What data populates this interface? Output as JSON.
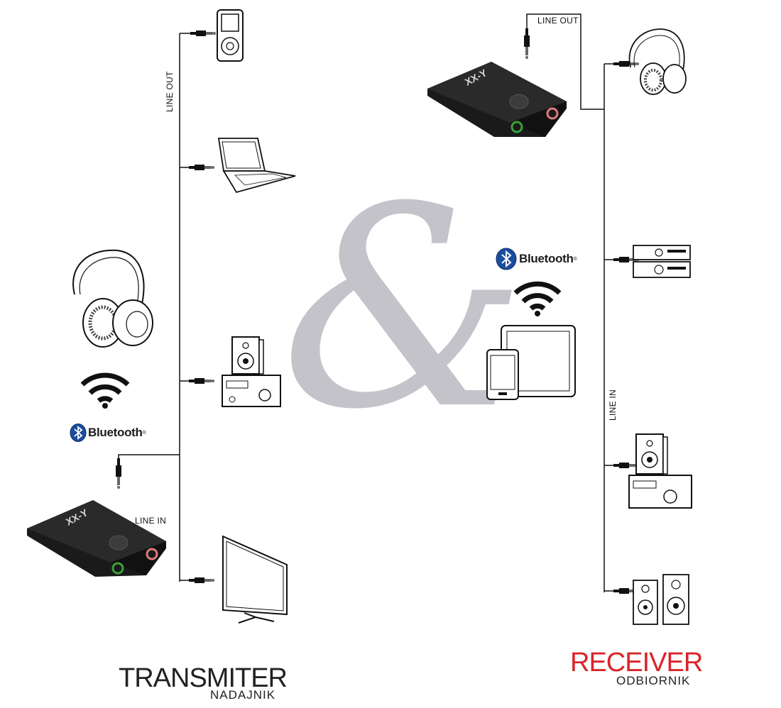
{
  "transmitter": {
    "line_out_label": "LINE OUT",
    "line_in_label": "LINE IN",
    "bluetooth_word": "Bluetooth",
    "bluetooth_mark": "®",
    "title": "TRANSMITER",
    "subtitle": "NADAJNIK",
    "device_brand": "XX-Y"
  },
  "receiver": {
    "line_out_label": "LINE OUT",
    "line_in_label": "LINE IN",
    "bluetooth_word": "Bluetooth",
    "bluetooth_mark": "®",
    "title": "RECEIVER",
    "subtitle": "ODBIORNIK",
    "device_brand": "XX-Y"
  },
  "ampersand": "&",
  "colors": {
    "receiver_accent": "#d9252a",
    "ampersand_gray": "#c4c3ca",
    "bluetooth_blue": "#1b4d9e",
    "device_black": "#1a1a1a"
  }
}
